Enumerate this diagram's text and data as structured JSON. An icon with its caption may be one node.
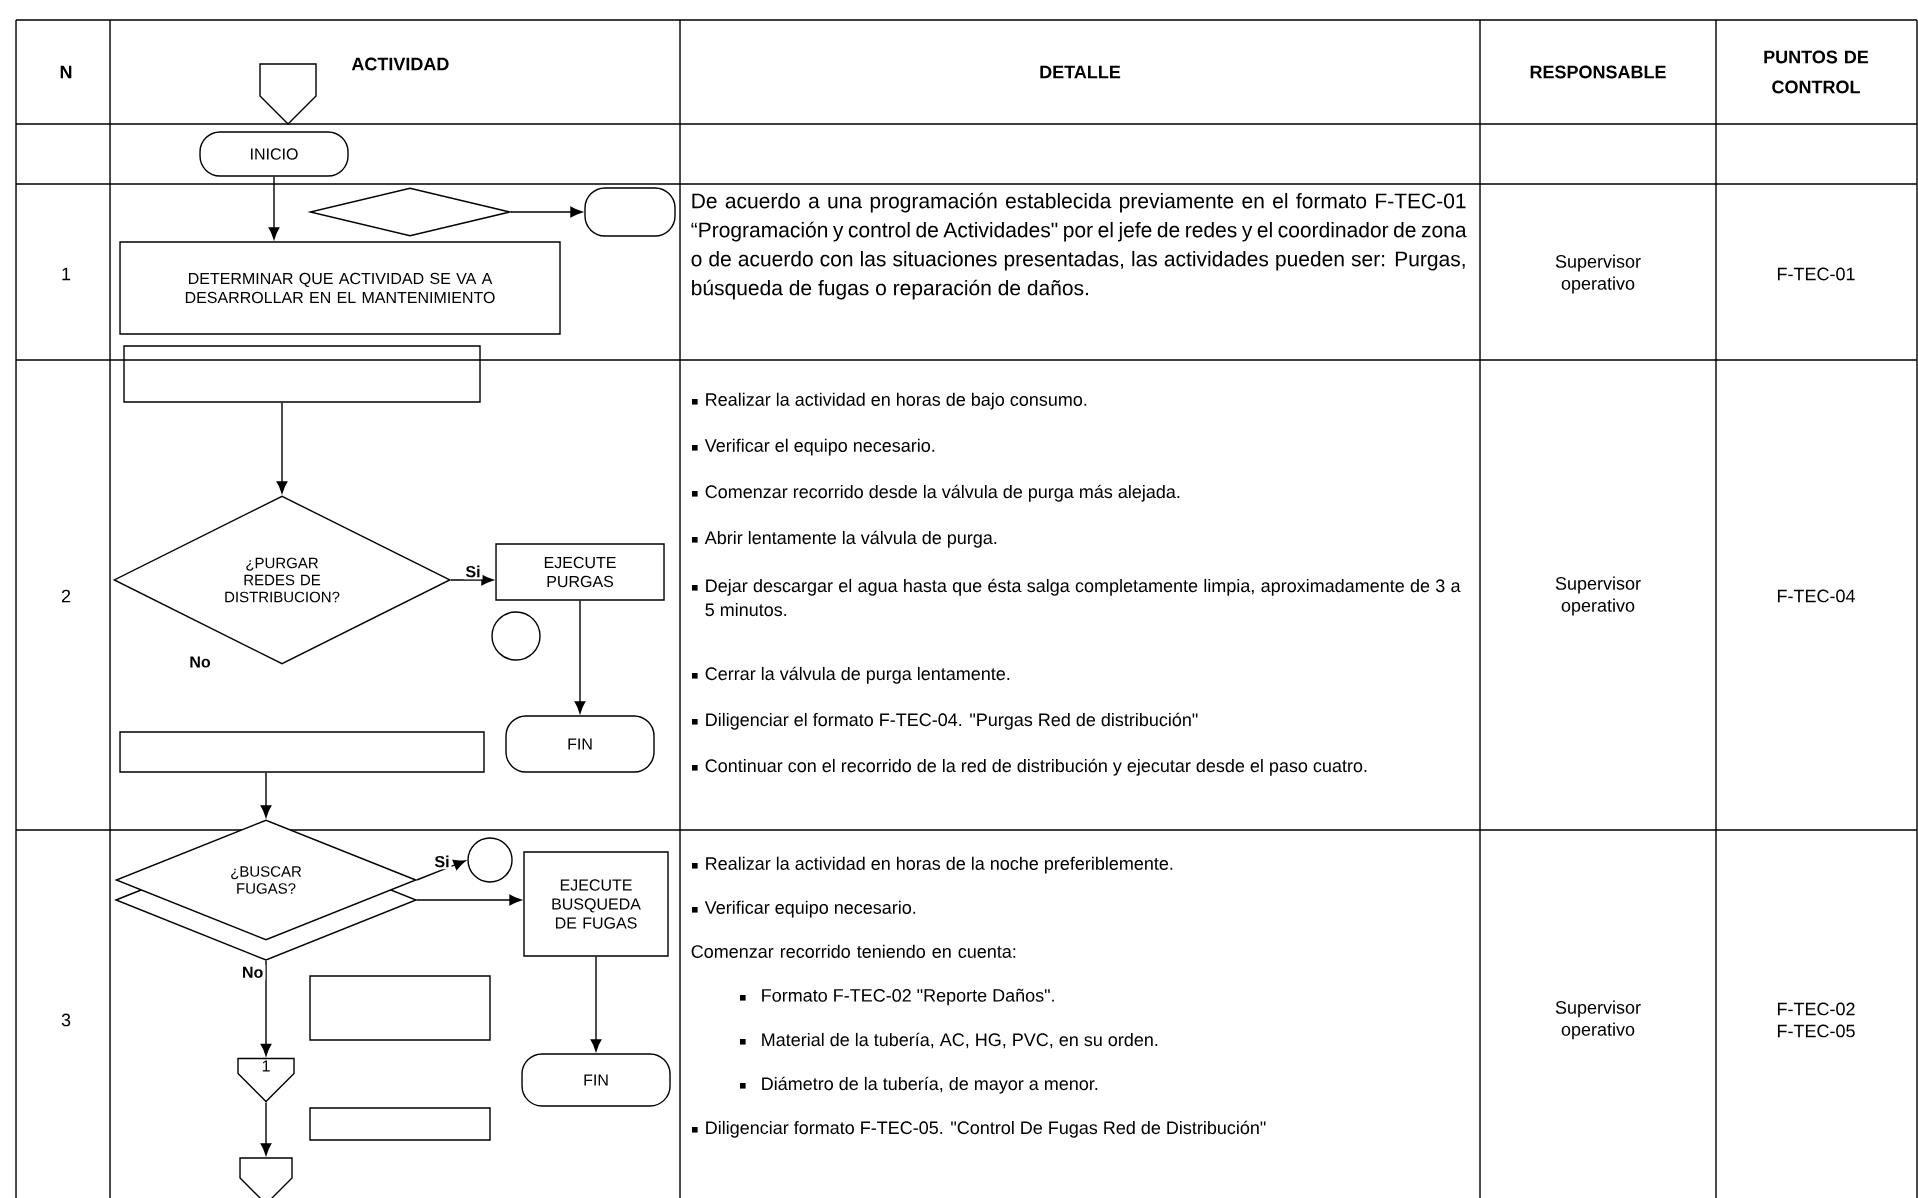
{
  "diagram": {
    "nodes": [
      {
        "text": [],
        "shape": "pentagon"
      },
      {
        "text": [
          "INICIO"
        ]
      },
      {
        "text": [],
        "shape": "diamond"
      },
      {
        "text": [],
        "shape": "capsule"
      },
      {
        "text": [
          "DETERMINAR QUE ACTIVIDAD SE VA A DESARROLLAR EN EL MANTENIMIENTO"
        ]
      },
      {
        "text": [],
        "shape": "box"
      },
      {
        "text": [
          "¿PURGAR REDES DE DISTRIBUCION?"
        ]
      },
      {
        "text": [
          "EJECUTE PURGAS"
        ]
      },
      {
        "text": [],
        "shape": "circle"
      },
      {
        "text": [
          "FIN"
        ]
      },
      {
        "text": [],
        "shape": "box"
      },
      {
        "text": [
          "¿BUSCAR FUGAS?"
        ]
      },
      {
        "text": [],
        "shape": "circle"
      },
      {
        "text": [
          "EJECUTE BUSQUEDA DE FUGAS"
        ]
      },
      {
        "text": [],
        "shape": "box"
      },
      {
        "text": [
          "1"
        ]
      },
      {
        "text": [],
        "shape": "box"
      },
      {
        "text": [
          "FIN"
        ]
      },
      {
        "text": [],
        "shape": "pentagon"
      }
    ],
    "edges": [
      {
        "from": 1,
        "to": 4,
        "arrow": "to"
      },
      {
        "from": 2,
        "to": 3,
        "arrow": "to"
      },
      {
        "from": 5,
        "to": 6,
        "arrow": "to"
      },
      {
        "from": 6,
        "to": 7,
        "arrow": "to",
        "label": "Si"
      },
      {
        "from": 7,
        "to": 9,
        "arrow": "to"
      },
      {
        "from": 10,
        "to": 11,
        "arrow": "to"
      },
      {
        "from": 11,
        "to": 12,
        "arrow": "to",
        "label": "Si"
      },
      {
        "from": 11,
        "to": 13,
        "arrow": "to"
      },
      {
        "from": 11,
        "to": 15,
        "arrow": "to",
        "label": "No"
      },
      {
        "from": 13,
        "to": 17,
        "arrow": "to"
      },
      {
        "from": 15,
        "to": 18,
        "arrow": "to"
      }
    ],
    "labels": [
      "N",
      "ACTIVIDAD",
      "DETALLE",
      "RESPONSABLE",
      "PUNTOS DE CONTROL",
      "1",
      "De acuerdo a una programación establecida previamente en el formato F-TEC-01 “Programación y control de Actividades\" por el jefe de redes y el coordinador de zona o de acuerdo con las situaciones presentadas, las actividades pueden ser: Purgas, búsqueda de fugas o reparación de daños.",
      "Supervisor operativo",
      "F-TEC-01",
      "2",
      "No",
      "Realizar la actividad en horas de bajo consumo.",
      "Verificar el equipo necesario.",
      "Comenzar recorrido desde la válvula de purga más alejada.",
      "Abrir lentamente la válvula de purga.",
      "Dejar descargar el agua hasta que ésta salga completamente limpia, aproximadamente de 3 a 5 minutos.",
      "Cerrar la válvula de purga lentamente.",
      "Diligenciar el formato F-TEC-04. \"Purgas Red de distribución\"",
      "Continuar con el recorrido de la red de distribución y ejecutar desde el paso cuatro.",
      "Supervisor operativo",
      "F-TEC-04",
      "3",
      "Realizar la actividad en horas de la noche preferiblemente.",
      "Verificar equipo necesario.",
      "Comenzar recorrido teniendo en cuenta:",
      "Formato F-TEC-02 \"Reporte Daños\".",
      "Material de la tubería, AC, HG, PVC, en su orden.",
      "Diámetro de la tubería, de mayor a menor.",
      "Diligenciar formato F-TEC-05. \"Control De Fugas Red de Distribución\"",
      "Supervisor operativo",
      "F-TEC-02 F-TEC-05"
    ]
  }
}
